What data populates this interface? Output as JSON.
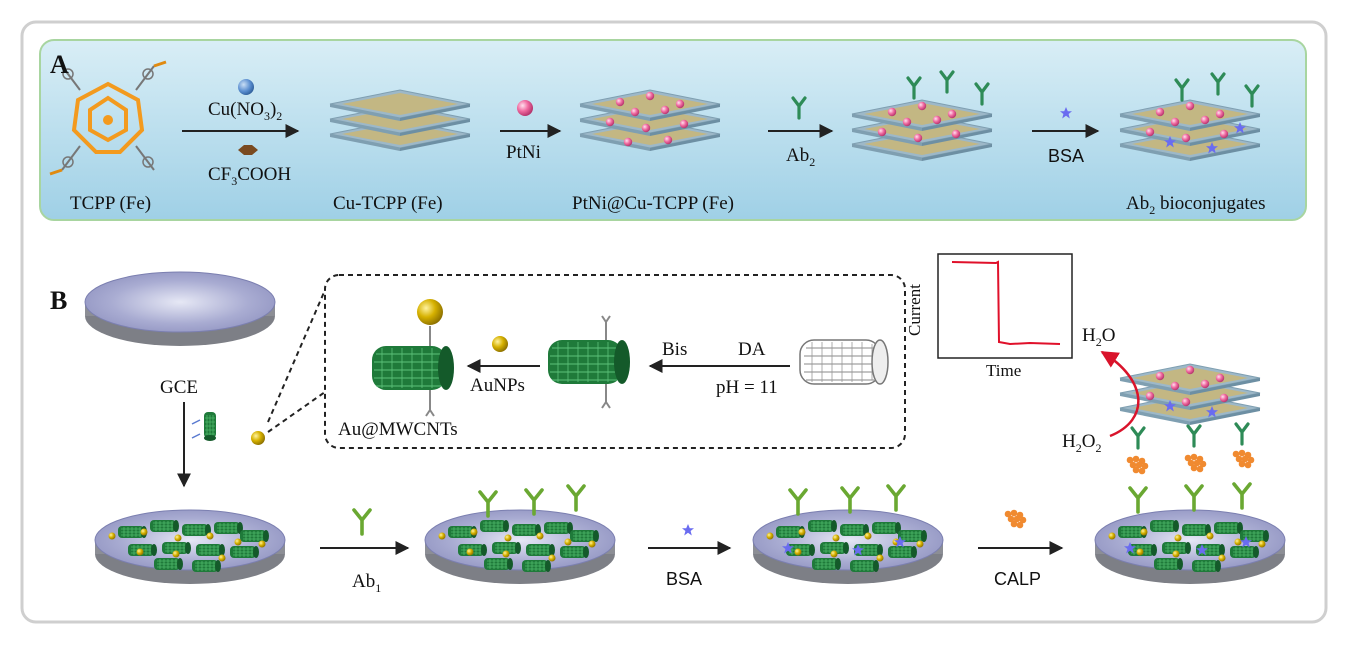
{
  "panel_a": {
    "letter": "A",
    "reactions": [
      {
        "reagent_top": "Cu(NO3)2",
        "reagent_bottom": "CF3COOH"
      },
      {
        "reagent_bottom": "PtNi"
      },
      {
        "reagent_bottom": "Ab2"
      },
      {
        "reagent_bottom": "BSA"
      }
    ],
    "species": [
      "TCPP (Fe)",
      "Cu-TCPP (Fe)",
      "PtNi@Cu-TCPP (Fe)",
      "Ab2 bioconjugates"
    ]
  },
  "panel_b": {
    "letter": "B",
    "electrode_label": "GCE",
    "inset": {
      "product_label": "Au@MWCNTs",
      "auNP_label": "AuNPs",
      "bis_label": "Bis",
      "da_label": "DA",
      "ph_label": "pH = 11"
    },
    "signal_plot": {
      "ylabel": "Current",
      "xlabel": "Time"
    },
    "steps": [
      "Ab1",
      "BSA",
      "CALP"
    ],
    "reaction": {
      "product": "H2O",
      "substrate": "H2O2"
    }
  },
  "colors": {
    "panel_a_bg_top": "#cfe8f2",
    "panel_a_bg_bottom": "#9ed0e6",
    "porphyrin": "#f39a1e",
    "mof_sheet": "#9fb9c8",
    "ptni": "#f06aa0",
    "antibody": "#2e8b57",
    "bsa": "#6a6cf0",
    "cnt": "#1f7a3a",
    "gold": "#c9a800",
    "current_trace": "#e0102a",
    "calp": "#f08a30",
    "arrow": "#222222",
    "curved_arrow": "#d9132b"
  }
}
